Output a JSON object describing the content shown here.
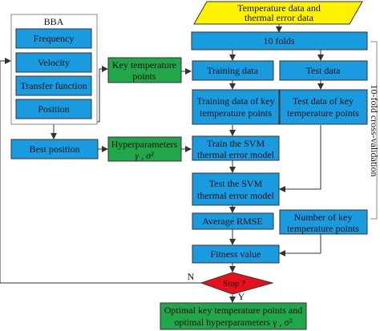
{
  "colors": {
    "blue": "#1a9be0",
    "green": "#21a64a",
    "yellow": "#fff200",
    "red": "#e8101a",
    "line": "#333333",
    "gray_line": "#888888"
  },
  "diagram": {
    "input": {
      "line1": "Temperature data and",
      "line2": "thermal error data"
    },
    "folds": "10 folds",
    "bba": {
      "title": "BBA",
      "items": [
        "Frequency",
        "Velocity",
        "Transfer function",
        "Position"
      ]
    },
    "best_position": "Best position",
    "key_temp_points": {
      "line1": "Key temperature",
      "line2": "points"
    },
    "hyperparameters": {
      "line1": "Hyperparameters",
      "line2": "γ , σ²"
    },
    "training_data": "Training data",
    "test_data": "Test data",
    "training_data_key": {
      "line1": "Training data of key",
      "line2": "temperature points"
    },
    "test_data_key": {
      "line1": "Test data of key",
      "line2": "temperature points"
    },
    "train_svm": {
      "line1": "Train the SVM",
      "line2": "thermal error model"
    },
    "test_svm": {
      "line1": "Test the SVM",
      "line2": "thermal error model"
    },
    "average_rmse": "Average RMSE",
    "number_key_points": {
      "line1": "Number of key",
      "line2": "temperature points"
    },
    "fitness_value": "Fitness value",
    "stop": "Stop ?",
    "label_no": "N",
    "label_yes": "Y",
    "output": {
      "line1": "Optimal key temperature points and",
      "line2": "optimal hyperparameters γ , σ²"
    },
    "cv_label": "10-fold cross-validation"
  }
}
